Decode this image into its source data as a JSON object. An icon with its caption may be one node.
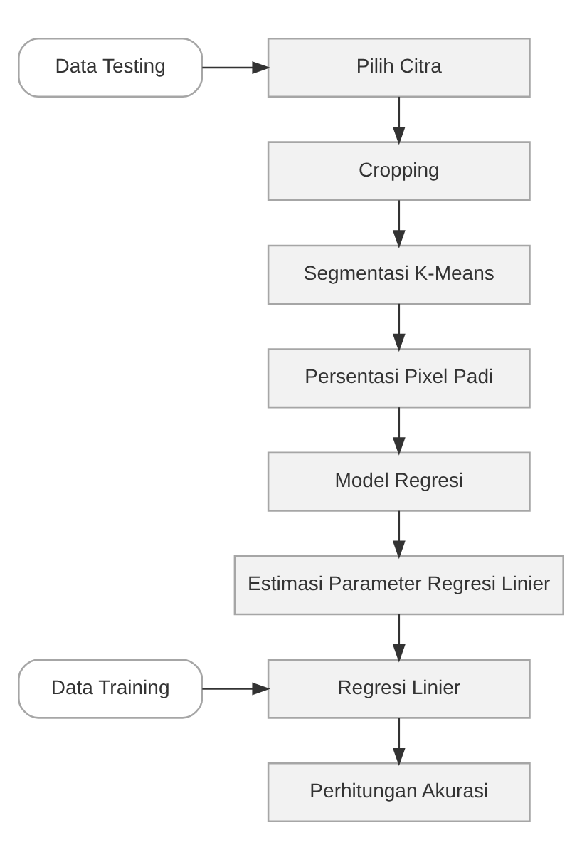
{
  "diagram": {
    "nodes": [
      {
        "text": [
          "Data Testing"
        ]
      },
      {
        "text": [
          "Pilih Citra"
        ]
      },
      {
        "text": [
          "Cropping"
        ]
      },
      {
        "text": [
          "Segmentasi K-Means"
        ]
      },
      {
        "text": [
          "Persentasi Pixel Padi"
        ]
      },
      {
        "text": [
          "Model Regresi"
        ]
      },
      {
        "text": [
          "Estimasi Parameter Regresi Linier"
        ]
      },
      {
        "text": [
          "Data Training"
        ]
      },
      {
        "text": [
          "Regresi Linier"
        ]
      },
      {
        "text": [
          "Perhitungan Akurasi"
        ]
      }
    ],
    "edges": [
      {
        "from": 0,
        "to": 1,
        "arrow": "to"
      },
      {
        "from": 1,
        "to": 2,
        "arrow": "to"
      },
      {
        "from": 2,
        "to": 3,
        "arrow": "to"
      },
      {
        "from": 3,
        "to": 4,
        "arrow": "to"
      },
      {
        "from": 4,
        "to": 5,
        "arrow": "to"
      },
      {
        "from": 5,
        "to": 6,
        "arrow": "to"
      },
      {
        "from": 6,
        "to": 8,
        "arrow": "to"
      },
      {
        "from": 7,
        "to": 8,
        "arrow": "to"
      },
      {
        "from": 8,
        "to": 9,
        "arrow": "to"
      }
    ]
  }
}
